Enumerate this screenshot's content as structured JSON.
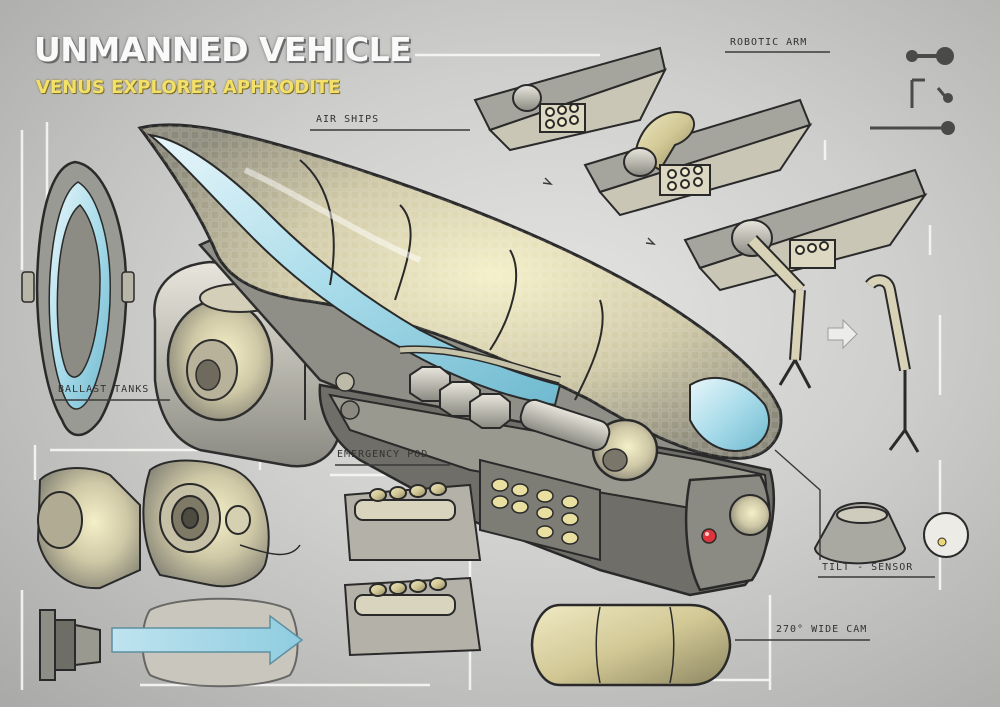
{
  "sheet": {
    "title": "UNMANNED VEHICLE",
    "subtitle": "VENUS EXPLORER APHRODITE"
  },
  "annotations": {
    "air_ships": "AIR SHIPS",
    "robotic_arm": "ROBOTIC ARM",
    "ballast_tanks": "BALLAST TANKS",
    "emergency_pod": "EMERGENCY POD",
    "tilt_sensor": "TILT - SENSOR",
    "wide_cam": "270° WIDE CAM"
  },
  "colors": {
    "background": "#cfcfcd",
    "title_text": "#fafafa",
    "subtitle_text": "#f2e06a",
    "glass_blue": "#bfe3ef",
    "hull_gold": "#d6cfa4",
    "line_ink": "#2e2e2e",
    "sensor_red": "#e0343c"
  }
}
